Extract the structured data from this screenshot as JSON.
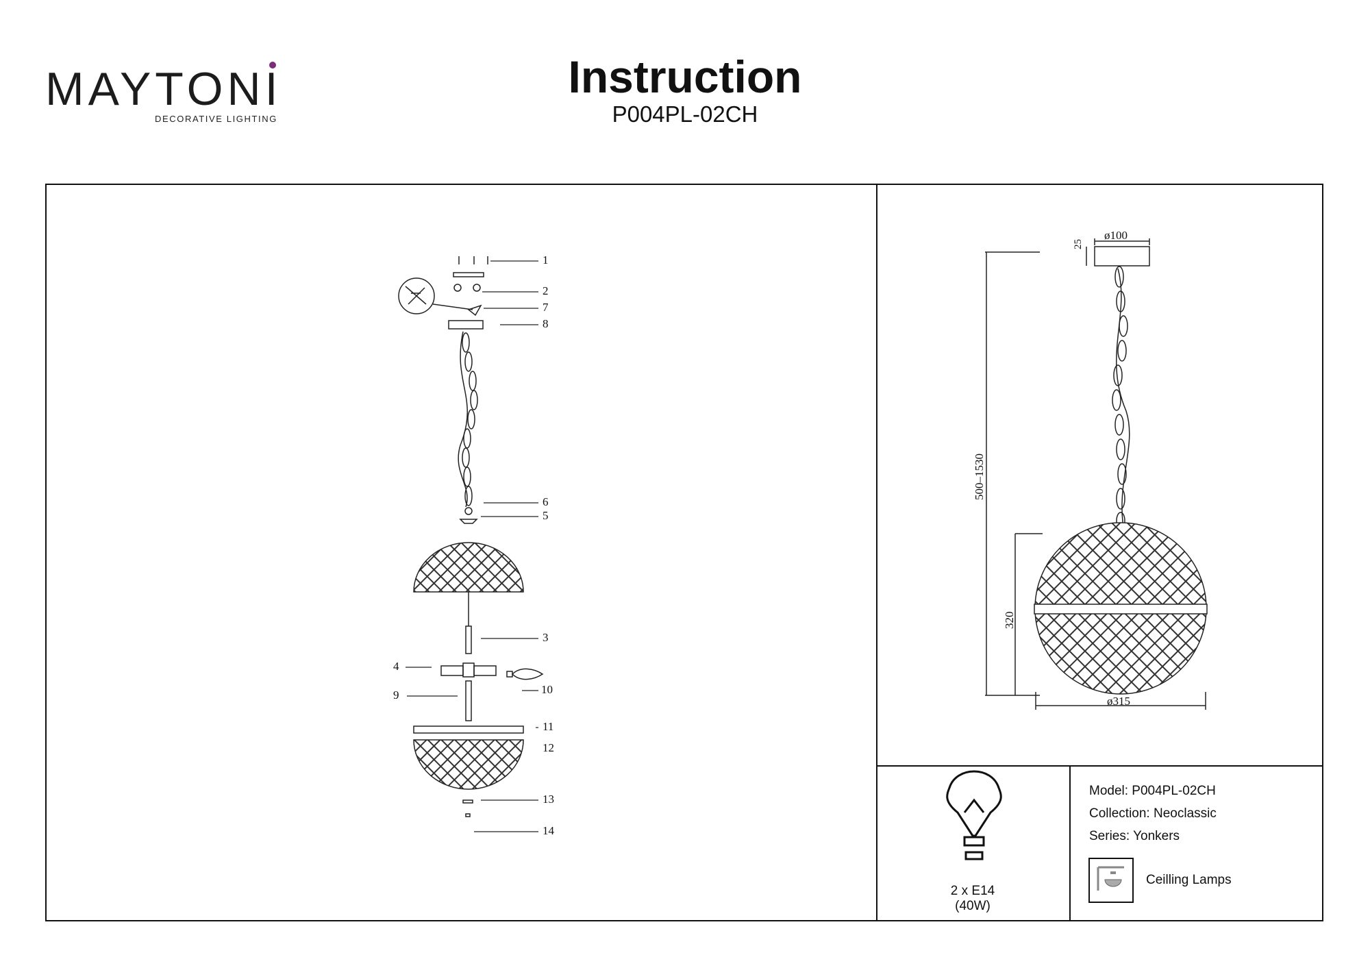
{
  "brand": {
    "name": "MAYTONI",
    "tagline": "DECORATIVE LIGHTING"
  },
  "header": {
    "title": "Instruction",
    "model_code": "P004PL-02CH"
  },
  "exploded_view": {
    "part_numbers": [
      "1",
      "2",
      "7",
      "8",
      "6",
      "5",
      "3",
      "4",
      "9",
      "10",
      "11",
      "12",
      "13",
      "14"
    ]
  },
  "dimensions": {
    "canopy_diameter": "ø100",
    "canopy_height": "25",
    "overall_height": "500–1530",
    "shade_height": "320",
    "shade_diameter": "ø315"
  },
  "bulb": {
    "spec": "2 x E14 (40W)"
  },
  "specs": {
    "model": "Model: P004PL-02CH",
    "collection": "Collection: Neoclassic",
    "series": "Series: Yonkers",
    "type": "Ceilling Lamps"
  }
}
